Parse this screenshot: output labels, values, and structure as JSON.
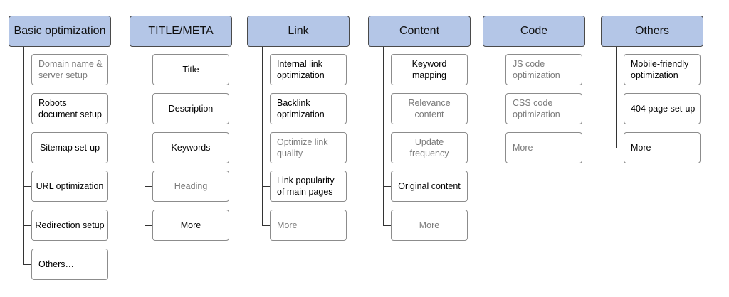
{
  "columns": [
    {
      "id": "basic",
      "header": "Basic optimization",
      "items": [
        {
          "label": "Domain name & server setup",
          "tone": "grey",
          "align": "left"
        },
        {
          "label": "Robots document setup",
          "tone": "dark",
          "align": "left"
        },
        {
          "label": "Sitemap set-up",
          "tone": "dark",
          "align": "center"
        },
        {
          "label": "URL optimization",
          "tone": "dark",
          "align": "center"
        },
        {
          "label": "Redirection setup",
          "tone": "dark",
          "align": "center"
        },
        {
          "label": "Others…",
          "tone": "dark",
          "align": "left"
        }
      ]
    },
    {
      "id": "title-meta",
      "header": "TITLE/META",
      "items": [
        {
          "label": "Title",
          "tone": "dark",
          "align": "center"
        },
        {
          "label": "Description",
          "tone": "dark",
          "align": "center"
        },
        {
          "label": "Keywords",
          "tone": "dark",
          "align": "center"
        },
        {
          "label": "Heading",
          "tone": "grey",
          "align": "center"
        },
        {
          "label": "More",
          "tone": "dark",
          "align": "center"
        }
      ]
    },
    {
      "id": "link",
      "header": "Link",
      "items": [
        {
          "label": "Internal link optimization",
          "tone": "dark",
          "align": "left"
        },
        {
          "label": "Backlink optimization",
          "tone": "dark",
          "align": "left"
        },
        {
          "label": "Optimize link quality",
          "tone": "grey",
          "align": "left"
        },
        {
          "label": "Link popularity of main pages",
          "tone": "dark",
          "align": "left"
        },
        {
          "label": "More",
          "tone": "grey",
          "align": "left"
        }
      ]
    },
    {
      "id": "content",
      "header": "Content",
      "items": [
        {
          "label": "Keyword mapping",
          "tone": "dark",
          "align": "center"
        },
        {
          "label": "Relevance content",
          "tone": "grey",
          "align": "center"
        },
        {
          "label": "Update frequency",
          "tone": "grey",
          "align": "center"
        },
        {
          "label": "Original content",
          "tone": "dark",
          "align": "center"
        },
        {
          "label": "More",
          "tone": "grey",
          "align": "center"
        }
      ]
    },
    {
      "id": "code",
      "header": "Code",
      "items": [
        {
          "label": "JS code optimization",
          "tone": "grey",
          "align": "left"
        },
        {
          "label": "CSS code optimization",
          "tone": "grey",
          "align": "left"
        },
        {
          "label": "More",
          "tone": "grey",
          "align": "left"
        }
      ]
    },
    {
      "id": "others",
      "header": "Others",
      "items": [
        {
          "label": "Mobile-friendly optimization",
          "tone": "dark",
          "align": "left"
        },
        {
          "label": "404 page set-up",
          "tone": "dark",
          "align": "left"
        },
        {
          "label": "More",
          "tone": "dark",
          "align": "left"
        }
      ]
    }
  ],
  "colors": {
    "header_fill": "#b4c6e7",
    "header_border": "#4a4a4a",
    "item_border": "#8c8c8c",
    "connector": "#333333",
    "text_dark": "#000000",
    "text_grey": "#7a7a7a"
  }
}
